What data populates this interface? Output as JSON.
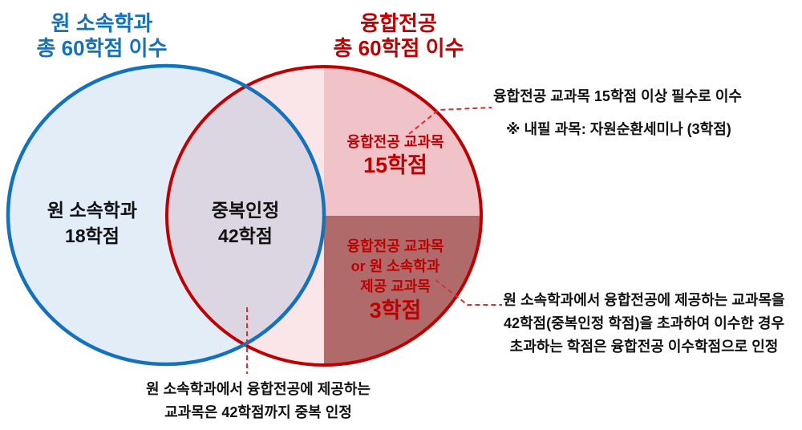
{
  "diagram": {
    "left_circle": {
      "title_line1": "원 소속학과",
      "title_line2": "총 60학점 이수",
      "region_line1": "원 소속학과",
      "region_line2": "18학점"
    },
    "right_circle": {
      "title_line1": "융합전공",
      "title_line2": "총 60학점 이수",
      "top_region_line1": "융합전공 교과목",
      "top_region_line2": "15학점",
      "bottom_region_line1": "융합전공 교과목",
      "bottom_region_line2": "or 원 소속학과",
      "bottom_region_line3": "제공 교과목",
      "bottom_region_line4": "3학점"
    },
    "overlap": {
      "line1": "중복인정",
      "line2": "42학점"
    }
  },
  "annotations": {
    "top_right_line1": "융합전공 교과목 15학점 이상 필수로 이수",
    "top_right_line2": "※ 내필 과목: 자원순환세미나 (3학점)",
    "bottom_right_line1": "원 소속학과에서 융합전공에 제공하는 교과목을",
    "bottom_right_line2": "42학점(중복인정 학점)을 초과하여 이수한 경우",
    "bottom_right_line3": "초과하는 학점은 융합전공 이수학점으로 인정",
    "bottom_center_line1": "원 소속학과에서 융합전공에 제공하는",
    "bottom_center_line2": "교과목은 42학점까지 중복 인정"
  },
  "colors": {
    "blue_stroke": "#1272BE",
    "blue_fill": "#E3EDF8",
    "red_stroke": "#C00000",
    "light_pink_fill": "#FAE6E8",
    "medium_pink_fill": "#EFC3C7",
    "dark_red_fill": "#B16A6A",
    "overlap_fill": "#DBD6E1",
    "dashed_line": "#D93030",
    "text_dark": "#111111"
  }
}
